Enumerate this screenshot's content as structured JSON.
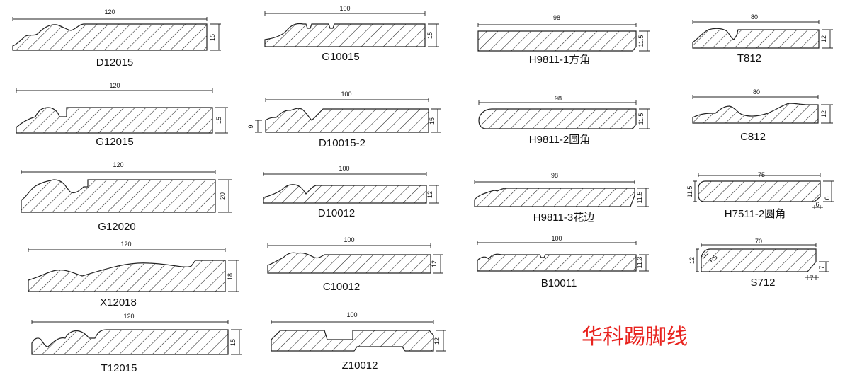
{
  "title": "华科踢脚线",
  "title_color": "#e8231e",
  "profiles": [
    {
      "name": "D12015",
      "length": "120",
      "height": "15"
    },
    {
      "name": "G10015",
      "length": "100",
      "height": "15"
    },
    {
      "name": "H9811-1方角",
      "length": "98",
      "height": "11.5"
    },
    {
      "name": "T812",
      "length": "80",
      "height": "12"
    },
    {
      "name": "G12015",
      "length": "120",
      "height": "15"
    },
    {
      "name": "D10015-2",
      "length": "100",
      "height": "15",
      "side_dim": "9"
    },
    {
      "name": "H9811-2圆角",
      "length": "98",
      "height": "11.5"
    },
    {
      "name": "C812",
      "length": "80",
      "height": "12"
    },
    {
      "name": "G12020",
      "length": "120",
      "height": "20"
    },
    {
      "name": "D10012",
      "length": "100",
      "height": "12"
    },
    {
      "name": "H9811-3花边",
      "length": "98",
      "height": "11.5"
    },
    {
      "name": "H7511-2圆角",
      "length": "75",
      "height": "6",
      "left_dim": "11.5",
      "bottom_dim": "6"
    },
    {
      "name": "X12018",
      "length": "120",
      "height": "18"
    },
    {
      "name": "C10012",
      "length": "100",
      "height": "12"
    },
    {
      "name": "B10011",
      "length": "100",
      "height": "11.3"
    },
    {
      "name": "S712",
      "length": "70",
      "height": "7",
      "left_dim": "12",
      "bottom_dim": "7",
      "radius": "R5"
    },
    {
      "name": "T12015",
      "length": "120",
      "height": "15"
    },
    {
      "name": "Z10012",
      "length": "100",
      "height": "12"
    }
  ]
}
